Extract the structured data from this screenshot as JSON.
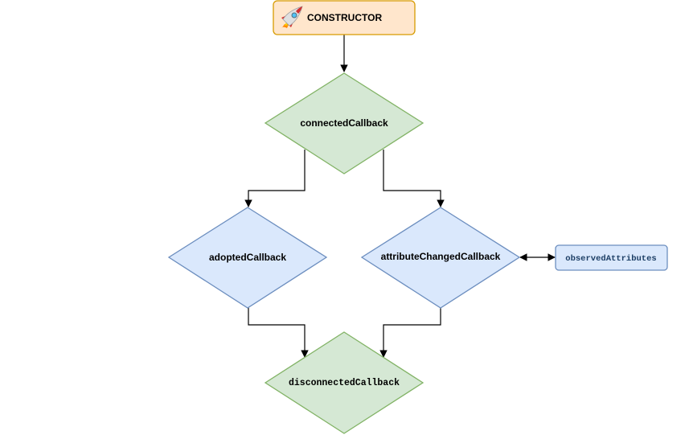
{
  "nodes": {
    "constructor": {
      "label": "CONSTRUCTOR",
      "icon": "rocket-icon",
      "fill": "#ffe6cc",
      "stroke": "#d79b00"
    },
    "connected": {
      "label": "connectedCallback",
      "fill": "#d5e8d4",
      "stroke": "#82b366"
    },
    "adopted": {
      "label": "adoptedCallback",
      "fill": "#dae8fc",
      "stroke": "#6c8ebf"
    },
    "attribute_changed": {
      "label": "attributeChangedCallback",
      "fill": "#dae8fc",
      "stroke": "#6c8ebf"
    },
    "observed": {
      "label": "observedAttributes",
      "fill": "#dae8fc",
      "stroke": "#6c8ebf"
    },
    "disconnected": {
      "label": "disconnectedCallback",
      "fill": "#d5e8d4",
      "stroke": "#82b366"
    }
  },
  "edges": [
    {
      "from": "constructor",
      "to": "connected"
    },
    {
      "from": "connected",
      "to": "adopted"
    },
    {
      "from": "connected",
      "to": "attribute_changed"
    },
    {
      "from": "attribute_changed",
      "to": "observed",
      "bidirectional": true
    },
    {
      "from": "adopted",
      "to": "disconnected"
    },
    {
      "from": "attribute_changed",
      "to": "disconnected"
    }
  ]
}
